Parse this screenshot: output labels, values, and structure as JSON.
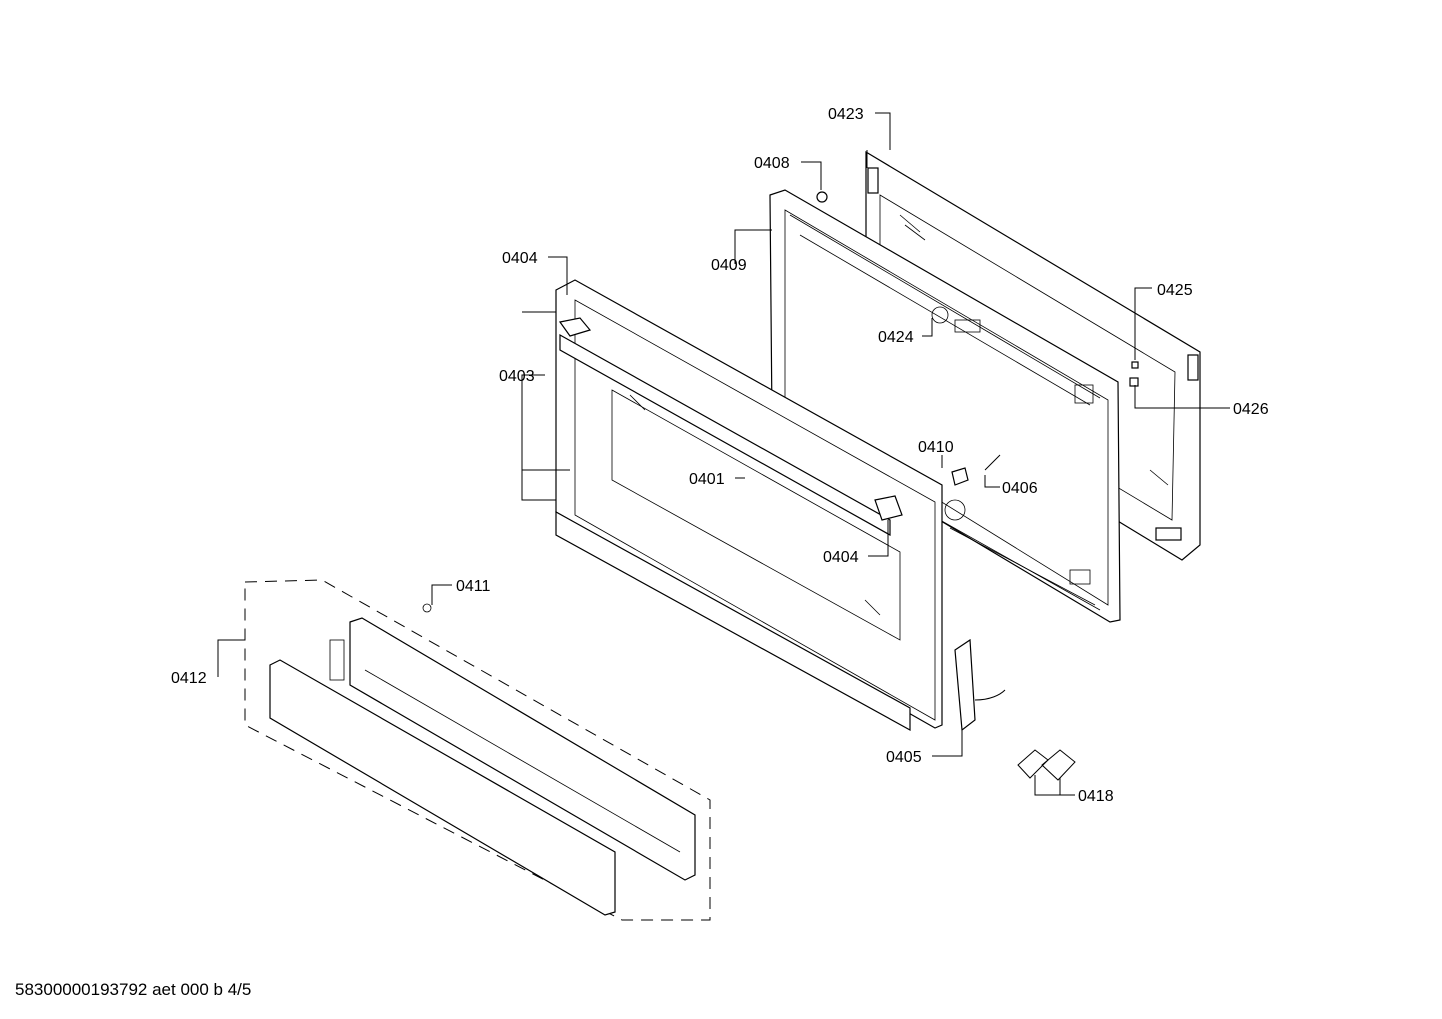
{
  "diagram": {
    "document_id": "58300000193792 aet 000 b 4/5",
    "callouts": {
      "p0423": "0423",
      "p0408": "0408",
      "p0409": "0409",
      "p0404_top": "0404",
      "p0425": "0425",
      "p0424": "0424",
      "p0403": "0403",
      "p0426": "0426",
      "p0410": "0410",
      "p0401": "0401",
      "p0406": "0406",
      "p0404_bottom": "0404",
      "p0411": "0411",
      "p0412": "0412",
      "p0405": "0405",
      "p0418": "0418"
    }
  }
}
